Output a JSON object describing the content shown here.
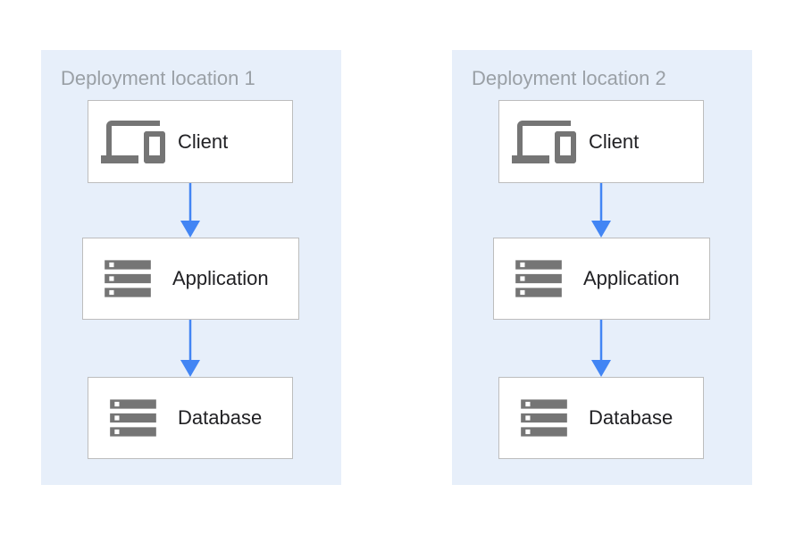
{
  "diagram": {
    "type": "architecture-flow",
    "colors": {
      "panel_background": "#E7EFFA",
      "node_background": "#FFFFFF",
      "node_border": "#BDBDBD",
      "icon_gray": "#757575",
      "title_text": "#9AA0A6",
      "label_text": "#212124",
      "arrow_blue": "#4285F4"
    },
    "panels": [
      {
        "title": "Deployment location 1",
        "nodes": [
          {
            "id": "client",
            "label": "Client",
            "icon": "devices-icon"
          },
          {
            "id": "application",
            "label": "Application",
            "icon": "storage-icon"
          },
          {
            "id": "database",
            "label": "Database",
            "icon": "storage-icon"
          }
        ],
        "arrows": [
          {
            "from": "client",
            "to": "application"
          },
          {
            "from": "application",
            "to": "database"
          }
        ]
      },
      {
        "title": "Deployment location 2",
        "nodes": [
          {
            "id": "client",
            "label": "Client",
            "icon": "devices-icon"
          },
          {
            "id": "application",
            "label": "Application",
            "icon": "storage-icon"
          },
          {
            "id": "database",
            "label": "Database",
            "icon": "storage-icon"
          }
        ],
        "arrows": [
          {
            "from": "client",
            "to": "application"
          },
          {
            "from": "application",
            "to": "database"
          }
        ]
      }
    ]
  }
}
